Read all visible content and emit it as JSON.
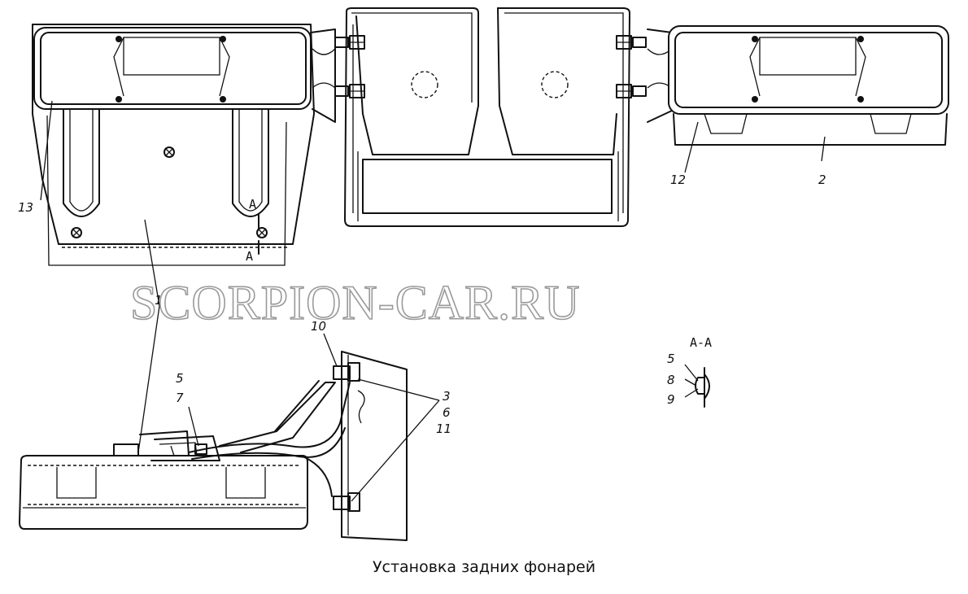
{
  "watermark": "SCORPION-CAR.RU",
  "caption": "Установка задних фонарей",
  "section_label": "A-A",
  "view_marks": [
    "A",
    "A"
  ],
  "callouts": {
    "c13": "13",
    "c1": "1",
    "c12": "12",
    "c2": "2",
    "c10": "10",
    "c5a": "5",
    "c7": "7",
    "c3": "3",
    "c6": "6",
    "c11": "11",
    "c5b": "5",
    "c8": "8",
    "c9": "9"
  }
}
